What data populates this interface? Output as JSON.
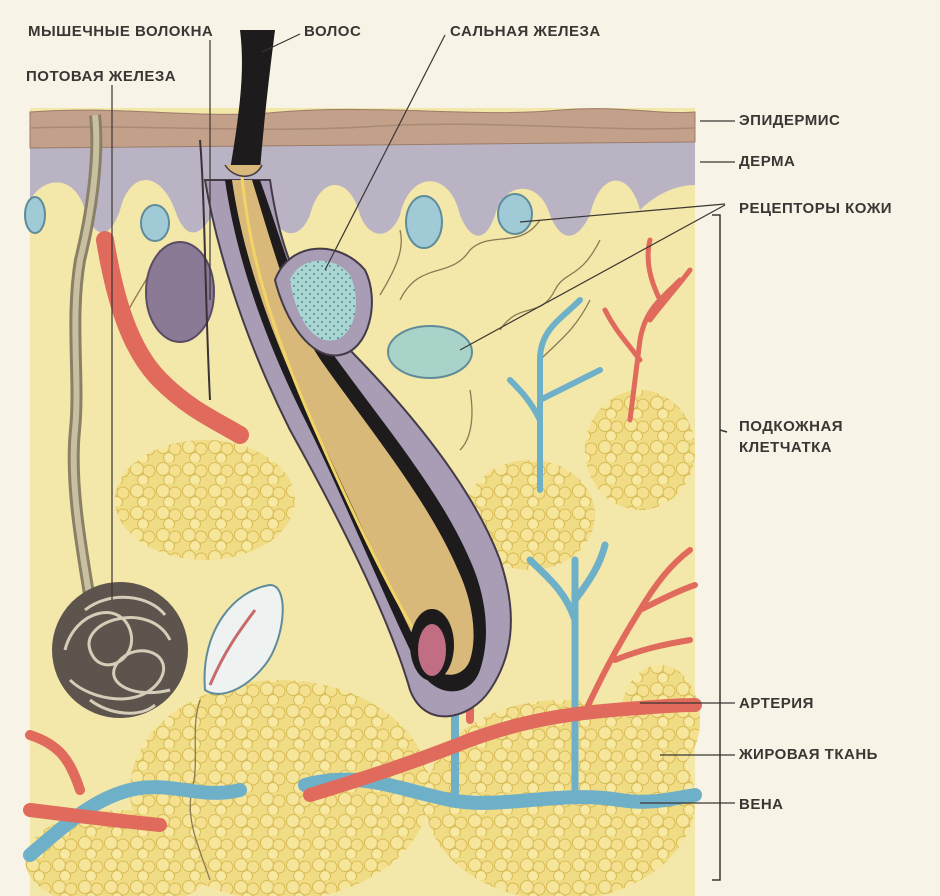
{
  "labels": {
    "muscle_fibers": "МЫШЕЧНЫЕ ВОЛОКНА",
    "hair": "ВОЛОС",
    "sebaceous_gland": "САЛЬНАЯ ЖЕЛЕЗА",
    "sweat_gland": "ПОТОВАЯ ЖЕЛЕЗА",
    "epidermis": "ЭПИДЕРМИС",
    "dermis": "ДЕРМА",
    "skin_receptors": "РЕЦЕПТОРЫ КОЖИ",
    "subcutaneous_line1": "ПОДКОЖНАЯ",
    "subcutaneous_line2": "КЛЕТЧАТКА",
    "artery": "АРТЕРИЯ",
    "fat_tissue": "ЖИРОВАЯ ТКАНЬ",
    "vein": "ВЕНА"
  },
  "colors": {
    "background": "#f7f3e6",
    "tissue": "#f4e7aa",
    "epidermis": "#c2a089",
    "dermis_upper": "#b9b3c4",
    "fat": "#ecd878",
    "artery": "#e06a5c",
    "vein": "#6fb0c9",
    "hair": "#1e1b1c",
    "text": "#3a3633"
  }
}
